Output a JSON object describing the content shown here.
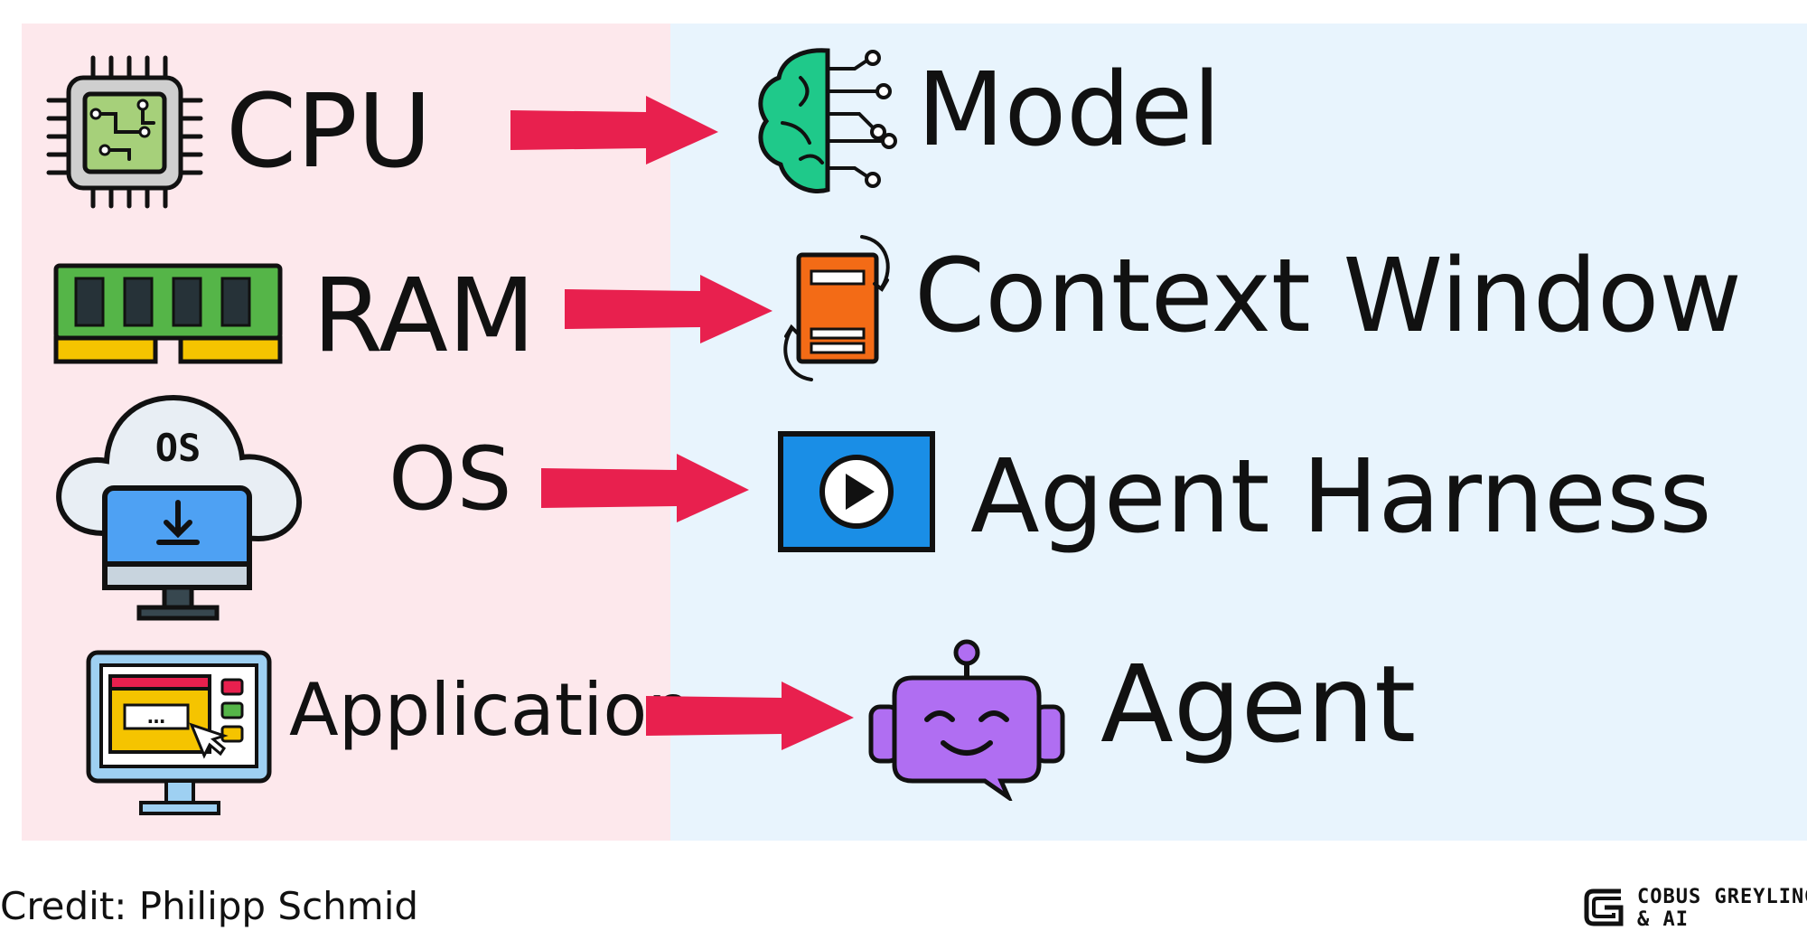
{
  "rows": [
    {
      "left": "CPU",
      "right": "Model",
      "left_icon": "cpu-chip-icon",
      "right_icon": "ai-brain-icon"
    },
    {
      "left": "RAM",
      "right": "Context Window",
      "left_icon": "ram-module-icon",
      "right_icon": "context-document-cycle-icon"
    },
    {
      "left": "OS",
      "right": "Agent Harness",
      "left_icon": "cloud-os-download-icon",
      "right_icon": "video-player-icon"
    },
    {
      "left": "Application",
      "right": "Agent",
      "left_icon": "application-monitor-icon",
      "right_icon": "robot-chat-icon"
    }
  ],
  "credit": "Credit: Philipp Schmid",
  "brand": {
    "line1": "COBUS GREYLING",
    "line2": "& AI",
    "icon": "cobus-greyling-logo-icon"
  },
  "colors": {
    "left_panel": "#fde8ec",
    "right_panel": "#e8f4fd",
    "arrow": "#e8204e"
  }
}
